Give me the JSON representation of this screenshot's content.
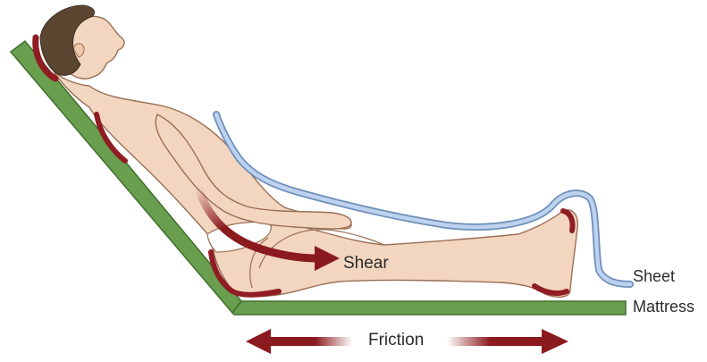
{
  "labels": {
    "shear": "Shear",
    "sheet": "Sheet",
    "mattress": "Mattress",
    "friction": "Friction"
  },
  "colors": {
    "mattress": "#6a9e4f",
    "mattress_edge": "#3f6e2c",
    "sheet": "#9fbde2",
    "sheet_edge": "#6f8fba",
    "skin": "#f3d6bf",
    "skin_edge": "#9a6e55",
    "hair": "#5b4632",
    "pressure_zone": "#8f1d23",
    "arrow": "#8b1a1f"
  }
}
